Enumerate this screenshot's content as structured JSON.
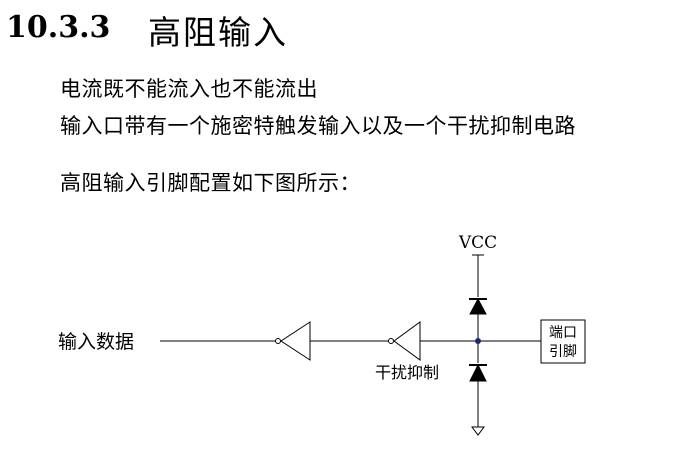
{
  "section": {
    "number": "10.3.3",
    "title": "高阻输入"
  },
  "body": {
    "line1": "电流既不能流入也不能流出",
    "line2": "输入口带有一个施密特触发输入以及一个干扰抑制电路",
    "line3": "高阻输入引脚配置如下图所示："
  },
  "diagram": {
    "vcc_label": "VCC",
    "input_label": "输入数据",
    "filter_label": "干扰抑制",
    "port_label_line1": "端口",
    "port_label_line2": "引脚"
  }
}
